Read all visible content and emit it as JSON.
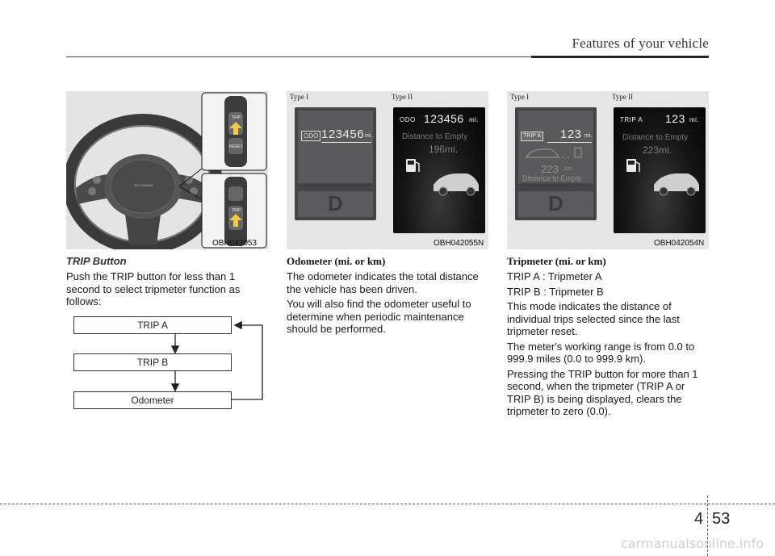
{
  "header": {
    "title": "Features of your vehicle"
  },
  "figures": {
    "wheel": {
      "code": "OBH043053",
      "trip_btn": "TRIP",
      "reset_btn": "RESET",
      "airbag": "SRS AIRBAG"
    },
    "odometer": {
      "code": "OBH042055N",
      "type1_label": "Type I",
      "type2_label": "Type II",
      "type1": {
        "badge": "ODO",
        "value": "123456",
        "unit": "mi.",
        "gear": "D"
      },
      "type2": {
        "badge": "ODO",
        "value": "123456",
        "unit": "mi.",
        "dte_label": "Distance to Empty",
        "dte_value": "196mi."
      }
    },
    "tripmeter": {
      "code": "OBH042054N",
      "type1_label": "Type I",
      "type2_label": "Type II",
      "type1": {
        "badge": "TRIP A",
        "value": "123",
        "unit": "mi.",
        "dte_value": "223",
        "dte_unit": "km",
        "dte_label": "Distance to Empty",
        "gear": "D"
      },
      "type2": {
        "badge": "TRIP A",
        "value": "123",
        "unit": "mi.",
        "dte_label": "Distance to Empty",
        "dte_value": "223mi."
      }
    }
  },
  "left": {
    "heading": "TRIP Button",
    "body": "Push the TRIP button for less than 1 second to select tripmeter function as follows:",
    "flow": [
      "TRIP A",
      "TRIP B",
      "Odometer"
    ]
  },
  "middle": {
    "heading": "Odometer (mi. or km)",
    "paragraphs": [
      "The odometer indicates the total distance the vehicle has been driven.",
      "You will also find the odometer useful to determine when periodic maintenance should be performed."
    ]
  },
  "right": {
    "heading": "Tripmeter (mi. or km)",
    "paragraphs": [
      "TRIP A : Tripmeter A",
      "TRIP B : Tripmeter B",
      "This mode indicates the distance of individual trips selected since the last tripmeter reset.",
      "The meter's working range is from 0.0 to 999.9 miles (0.0 to 999.9 km).",
      "Pressing the TRIP button for more than 1 second, when the tripmeter (TRIP A or TRIP B) is being displayed, clears the tripmeter to zero (0.0)."
    ]
  },
  "footer": {
    "chapter": "4",
    "page": "53",
    "watermark": "carmanualsonline.info"
  }
}
